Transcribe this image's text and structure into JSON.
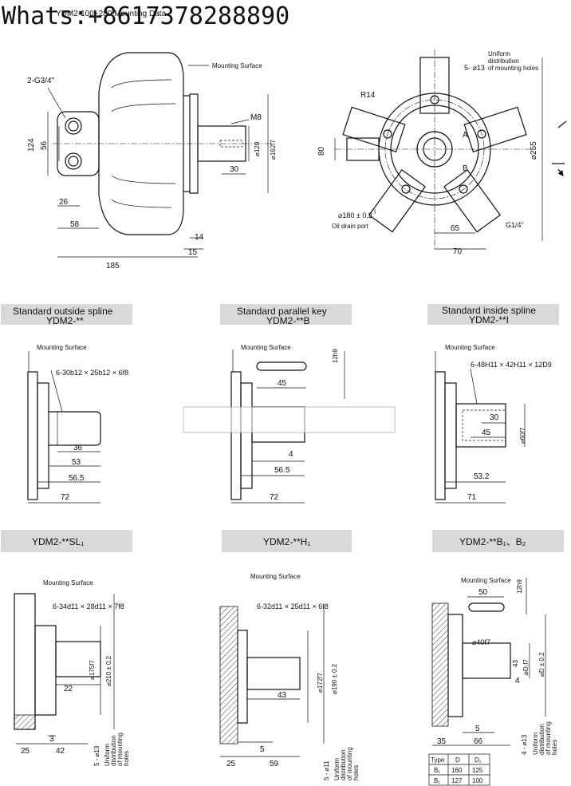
{
  "watermark": "Whats:+8617378288890",
  "title_overlay": "YDM2-100~280  Mounting Data",
  "top_left": {
    "port": "2-G3/4\"",
    "mounting_surface": "Mounting Surface",
    "d124": "124",
    "d56": "56",
    "d26": "26",
    "d58": "58",
    "m8": "M8",
    "d30": "30",
    "dia120": "⌀120",
    "dia162": "⌀162f7",
    "d14": "14",
    "d15": "15",
    "d185": "185"
  },
  "top_right": {
    "r14": "R14",
    "holes": "5- ⌀13",
    "uniform": [
      "Uniform",
      "distribution",
      "of mounting holes"
    ],
    "d80": "80",
    "dia255": "⌀255",
    "dia180": "⌀180 ± 0.2",
    "oil_drain": "Oil drain port",
    "d65": "65",
    "d70": "70",
    "g14": "G1/4\"",
    "label_a": "A",
    "label_b": "B"
  },
  "headers": {
    "h1_line1": "Standard outside spline",
    "h1_line2": "YDM2-**",
    "h2_line1": "Standard parallel key",
    "h2_line2": "YDM2-**B",
    "h3_line1": "Standard inside spline",
    "h3_line2": "YDM2-**I",
    "h4": "YDM2-**SL₁",
    "h5": "YDM2-**H₁",
    "h6": "YDM2-**B₁、B₂"
  },
  "mid": {
    "ms": "Mounting Surface",
    "v1_spline": "6-30b12 × 25b12 × 6f8",
    "v1_d36": "36",
    "v1_d53": "53",
    "v1_d565": "56.5",
    "v1_d72": "72",
    "v2_12h9": "12h9",
    "v2_d45": "45",
    "v2_d4": "4",
    "v2_d565": "56.5",
    "v2_d72": "72",
    "v3_spline": "6-48H11 × 42H11 × 12D9",
    "v3_d30": "30",
    "v3_d45": "45",
    "v3_dia60": "⌀60f7",
    "v3_d532": "53.2",
    "v3_d71": "71"
  },
  "bottom": {
    "ms": "Mounting Surface",
    "v4_spline": "6-34d11 × 28d11 × 7f8",
    "v4_dia175": "⌀175f7",
    "v4_dia210": "⌀210 ± 0.2",
    "v4_d22": "22",
    "v4_d3": "3",
    "v4_d25": "25",
    "v4_d42": "42",
    "v4_holes": "5 - ⌀13",
    "v4_uniform": [
      "Uniform",
      "distribution",
      "of mounting",
      "holes"
    ],
    "v5_spline": "6-32d11 × 25d11 × 6f8",
    "v5_dia172": "⌀172f7",
    "v5_dia190": "⌀190 ± 0.2",
    "v5_d43": "43",
    "v5_d5": "5",
    "v5_d25": "25",
    "v5_d59": "59",
    "v5_holes": "5 - ⌀11",
    "v5_uniform": [
      "Uniform",
      "distribution",
      "of mounting",
      "holes"
    ],
    "v6_d50": "50",
    "v6_12h9": "12h9",
    "v6_dia40": "⌀40f7",
    "v6_d1": "⌀D₁f7",
    "v6_d": "⌀D ± 0.2",
    "v6_d43": "43",
    "v6_d4": "4",
    "v6_d5": "5",
    "v6_d35": "35",
    "v6_d66": "66",
    "v6_holes": "4 - ⌀13",
    "v6_uniform": [
      "Uniform",
      "distribution",
      "of mounting",
      "holes"
    ]
  },
  "table": {
    "headers": [
      "Type",
      "D",
      "D₁"
    ],
    "rows": [
      [
        "B₁",
        "160",
        "125"
      ],
      [
        "B₁",
        "127",
        "100"
      ]
    ]
  }
}
